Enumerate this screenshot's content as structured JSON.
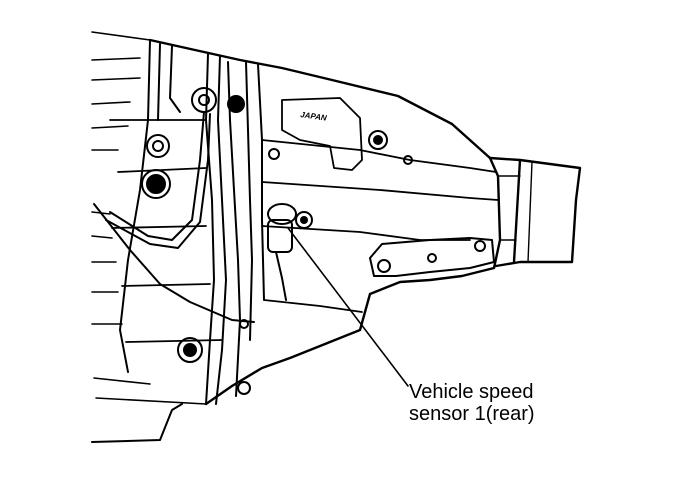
{
  "diagram": {
    "callout_line1": "Vehicle speed",
    "callout_line2": "sensor 1(rear)",
    "case_stamp": "JAPAN",
    "ink_color": "#000000",
    "background_color": "#ffffff"
  }
}
